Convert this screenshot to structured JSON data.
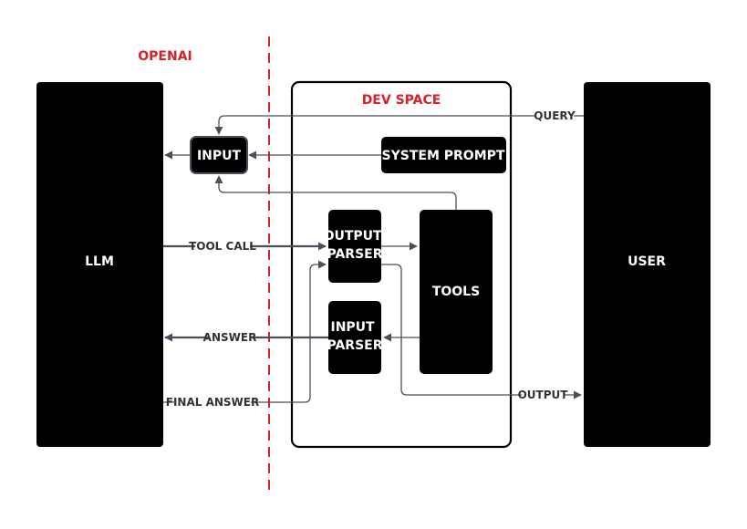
{
  "colors": {
    "box": "#000000",
    "accent": "#d8222a",
    "line": "#4a4f59",
    "text": "#333333"
  },
  "regions": {
    "openai": "OPENAI",
    "dev_space": "DEV SPACE"
  },
  "nodes": {
    "llm": "LLM",
    "user": "USER",
    "input": "INPUT",
    "system_prompt": "SYSTEM PROMPT",
    "output_parser": [
      "OUTPUT",
      "PARSER"
    ],
    "input_parser": [
      "INPUT",
      "PARSER"
    ],
    "tools": "TOOLS"
  },
  "edges": {
    "query": "QUERY",
    "tool_call": "TOOL CALL",
    "answer": "ANSWER",
    "final_answer": "FINAL ANSWER",
    "output": "OUTPUT"
  }
}
